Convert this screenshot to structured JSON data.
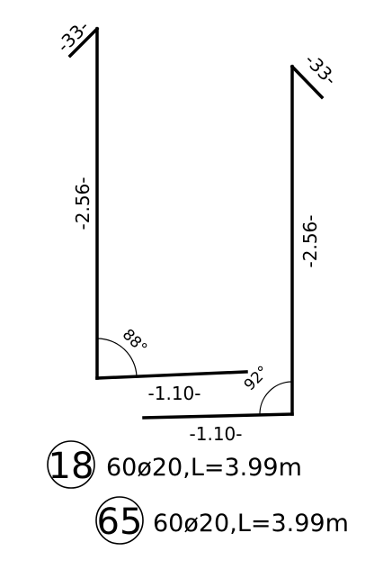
{
  "bar_shape_1": {
    "hook_left": "-33-",
    "vertical_leg": "-2.56-",
    "bottom_leg": "-1.10-",
    "angle": "88°"
  },
  "bar_shape_2": {
    "hook_right": "-33-",
    "vertical_leg": "-2.56-",
    "bottom_leg": "-1.10-",
    "angle": "92°"
  },
  "marks": [
    {
      "number": "18",
      "spec": "60ø20,L=3.99m"
    },
    {
      "number": "65",
      "spec": "60ø20,L=3.99m"
    }
  ]
}
